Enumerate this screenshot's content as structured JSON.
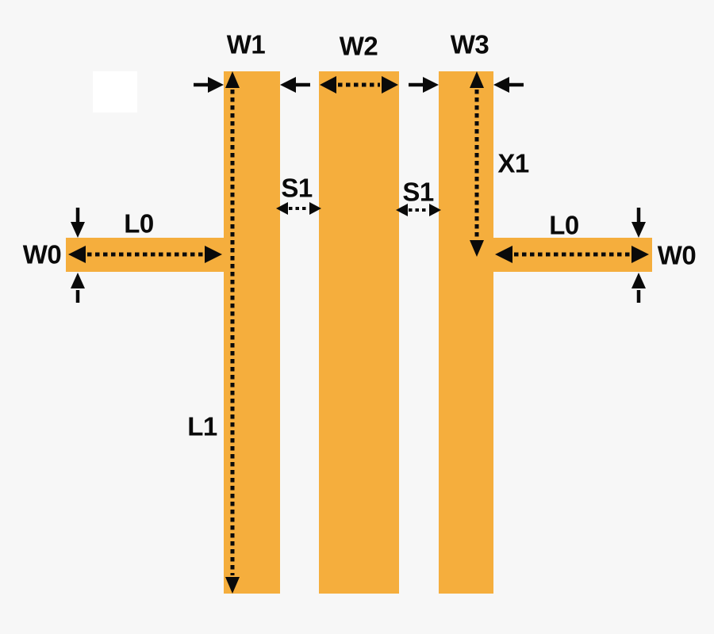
{
  "diagram": {
    "colors": {
      "background": "#F7F7F7",
      "copper": "#F5AE3D",
      "annotation": "#0A0A0A",
      "highlight_square": "#FFFFFF"
    },
    "labels": {
      "w1": "W1",
      "w2": "W2",
      "w3": "W3",
      "s1_left": "S1",
      "s1_right": "S1",
      "l0_left": "L0",
      "l0_right": "L0",
      "w0_left": "W0",
      "w0_right": "W0",
      "x1": "X1",
      "l1": "L1"
    }
  }
}
